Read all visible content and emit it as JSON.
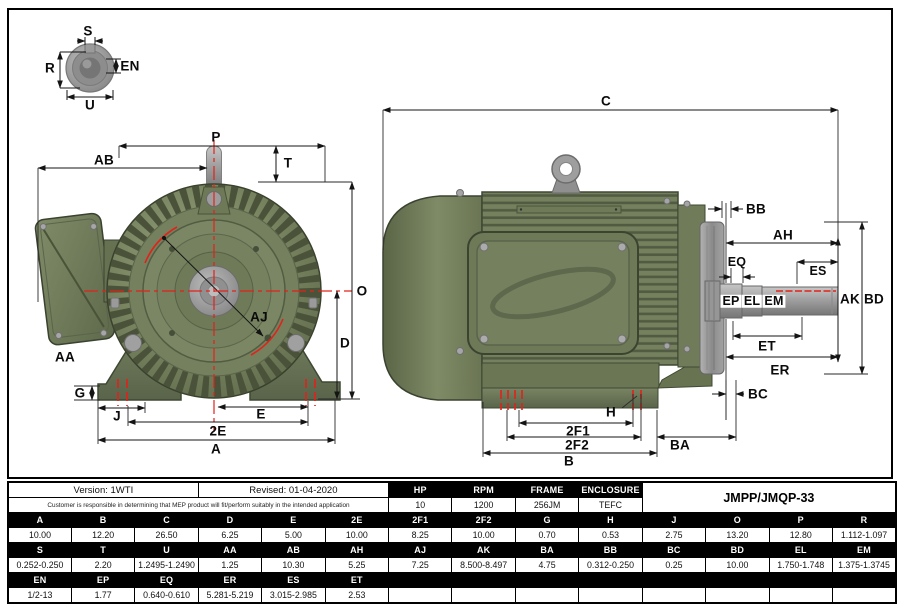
{
  "table": {
    "version": "Version: 1WTI",
    "revised": "Revised: 01-04-2020",
    "disclaimer": "Customer is responsible in determining that MEP product will fit/perform suitably in the intended application",
    "model": "JMPP/JMQP-33",
    "specs": {
      "headers": [
        "HP",
        "RPM",
        "FRAME",
        "ENCLOSURE"
      ],
      "values": [
        "10",
        "1200",
        "256JM",
        "TEFC"
      ]
    },
    "dim_rows": [
      {
        "headers": [
          "A",
          "B",
          "C",
          "D",
          "E",
          "2E",
          "2F1",
          "2F2",
          "G",
          "H",
          "J",
          "O",
          "P",
          "R"
        ],
        "values": [
          "10.00",
          "12.20",
          "26.50",
          "6.25",
          "5.00",
          "10.00",
          "8.25",
          "10.00",
          "0.70",
          "0.53",
          "2.75",
          "13.20",
          "12.80",
          "1.112-1.097"
        ],
        "blank_tail": 0
      },
      {
        "headers": [
          "S",
          "T",
          "U",
          "AA",
          "AB",
          "AH",
          "AJ",
          "AK",
          "BA",
          "BB",
          "BC",
          "BD",
          "EL",
          "EM"
        ],
        "values": [
          "0.252-0.250",
          "2.20",
          "1.2495-1.2490",
          "1.25",
          "10.30",
          "5.25",
          "7.25",
          "8.500-8.497",
          "4.75",
          "0.312-0.250",
          "0.25",
          "10.00",
          "1.750-1.748",
          "1.375-1.3745"
        ],
        "blank_tail": 0
      },
      {
        "headers": [
          "EN",
          "EP",
          "EQ",
          "ER",
          "ES",
          "ET"
        ],
        "values": [
          "1/2-13",
          "1.77",
          "0.640-0.610",
          "5.281-5.219",
          "3.015-2.985",
          "2.53"
        ],
        "blank_tail": 8
      }
    ]
  },
  "labels": {
    "detail": {
      "s": "S",
      "r": "R",
      "en": "EN",
      "u": "U"
    },
    "front": {
      "p": "P",
      "ab": "AB",
      "t": "T",
      "o": "O",
      "d": "D",
      "aj": "AJ",
      "aa": "AA",
      "g": "G",
      "j": "J",
      "e": "E",
      "e2": "2E",
      "a": "A"
    },
    "side": {
      "c": "C",
      "bb": "BB",
      "ah": "AH",
      "eq": "EQ",
      "es": "ES",
      "ep": "EP",
      "el": "EL",
      "em": "EM",
      "ak": "AK",
      "bd": "BD",
      "et": "ET",
      "er": "ER",
      "bc": "BC",
      "h": "H",
      "f21": "2F1",
      "f22": "2F2",
      "ba": "BA",
      "b": "B"
    }
  },
  "colors": {
    "motor_green": "#75805e",
    "motor_green_dark": "#4a5339",
    "steel_gray": "#9e9e9e",
    "centerline_red": "#e32119",
    "dimension_line": "#141414",
    "table_header_bg": "#000000",
    "table_header_text": "#ffffff"
  }
}
